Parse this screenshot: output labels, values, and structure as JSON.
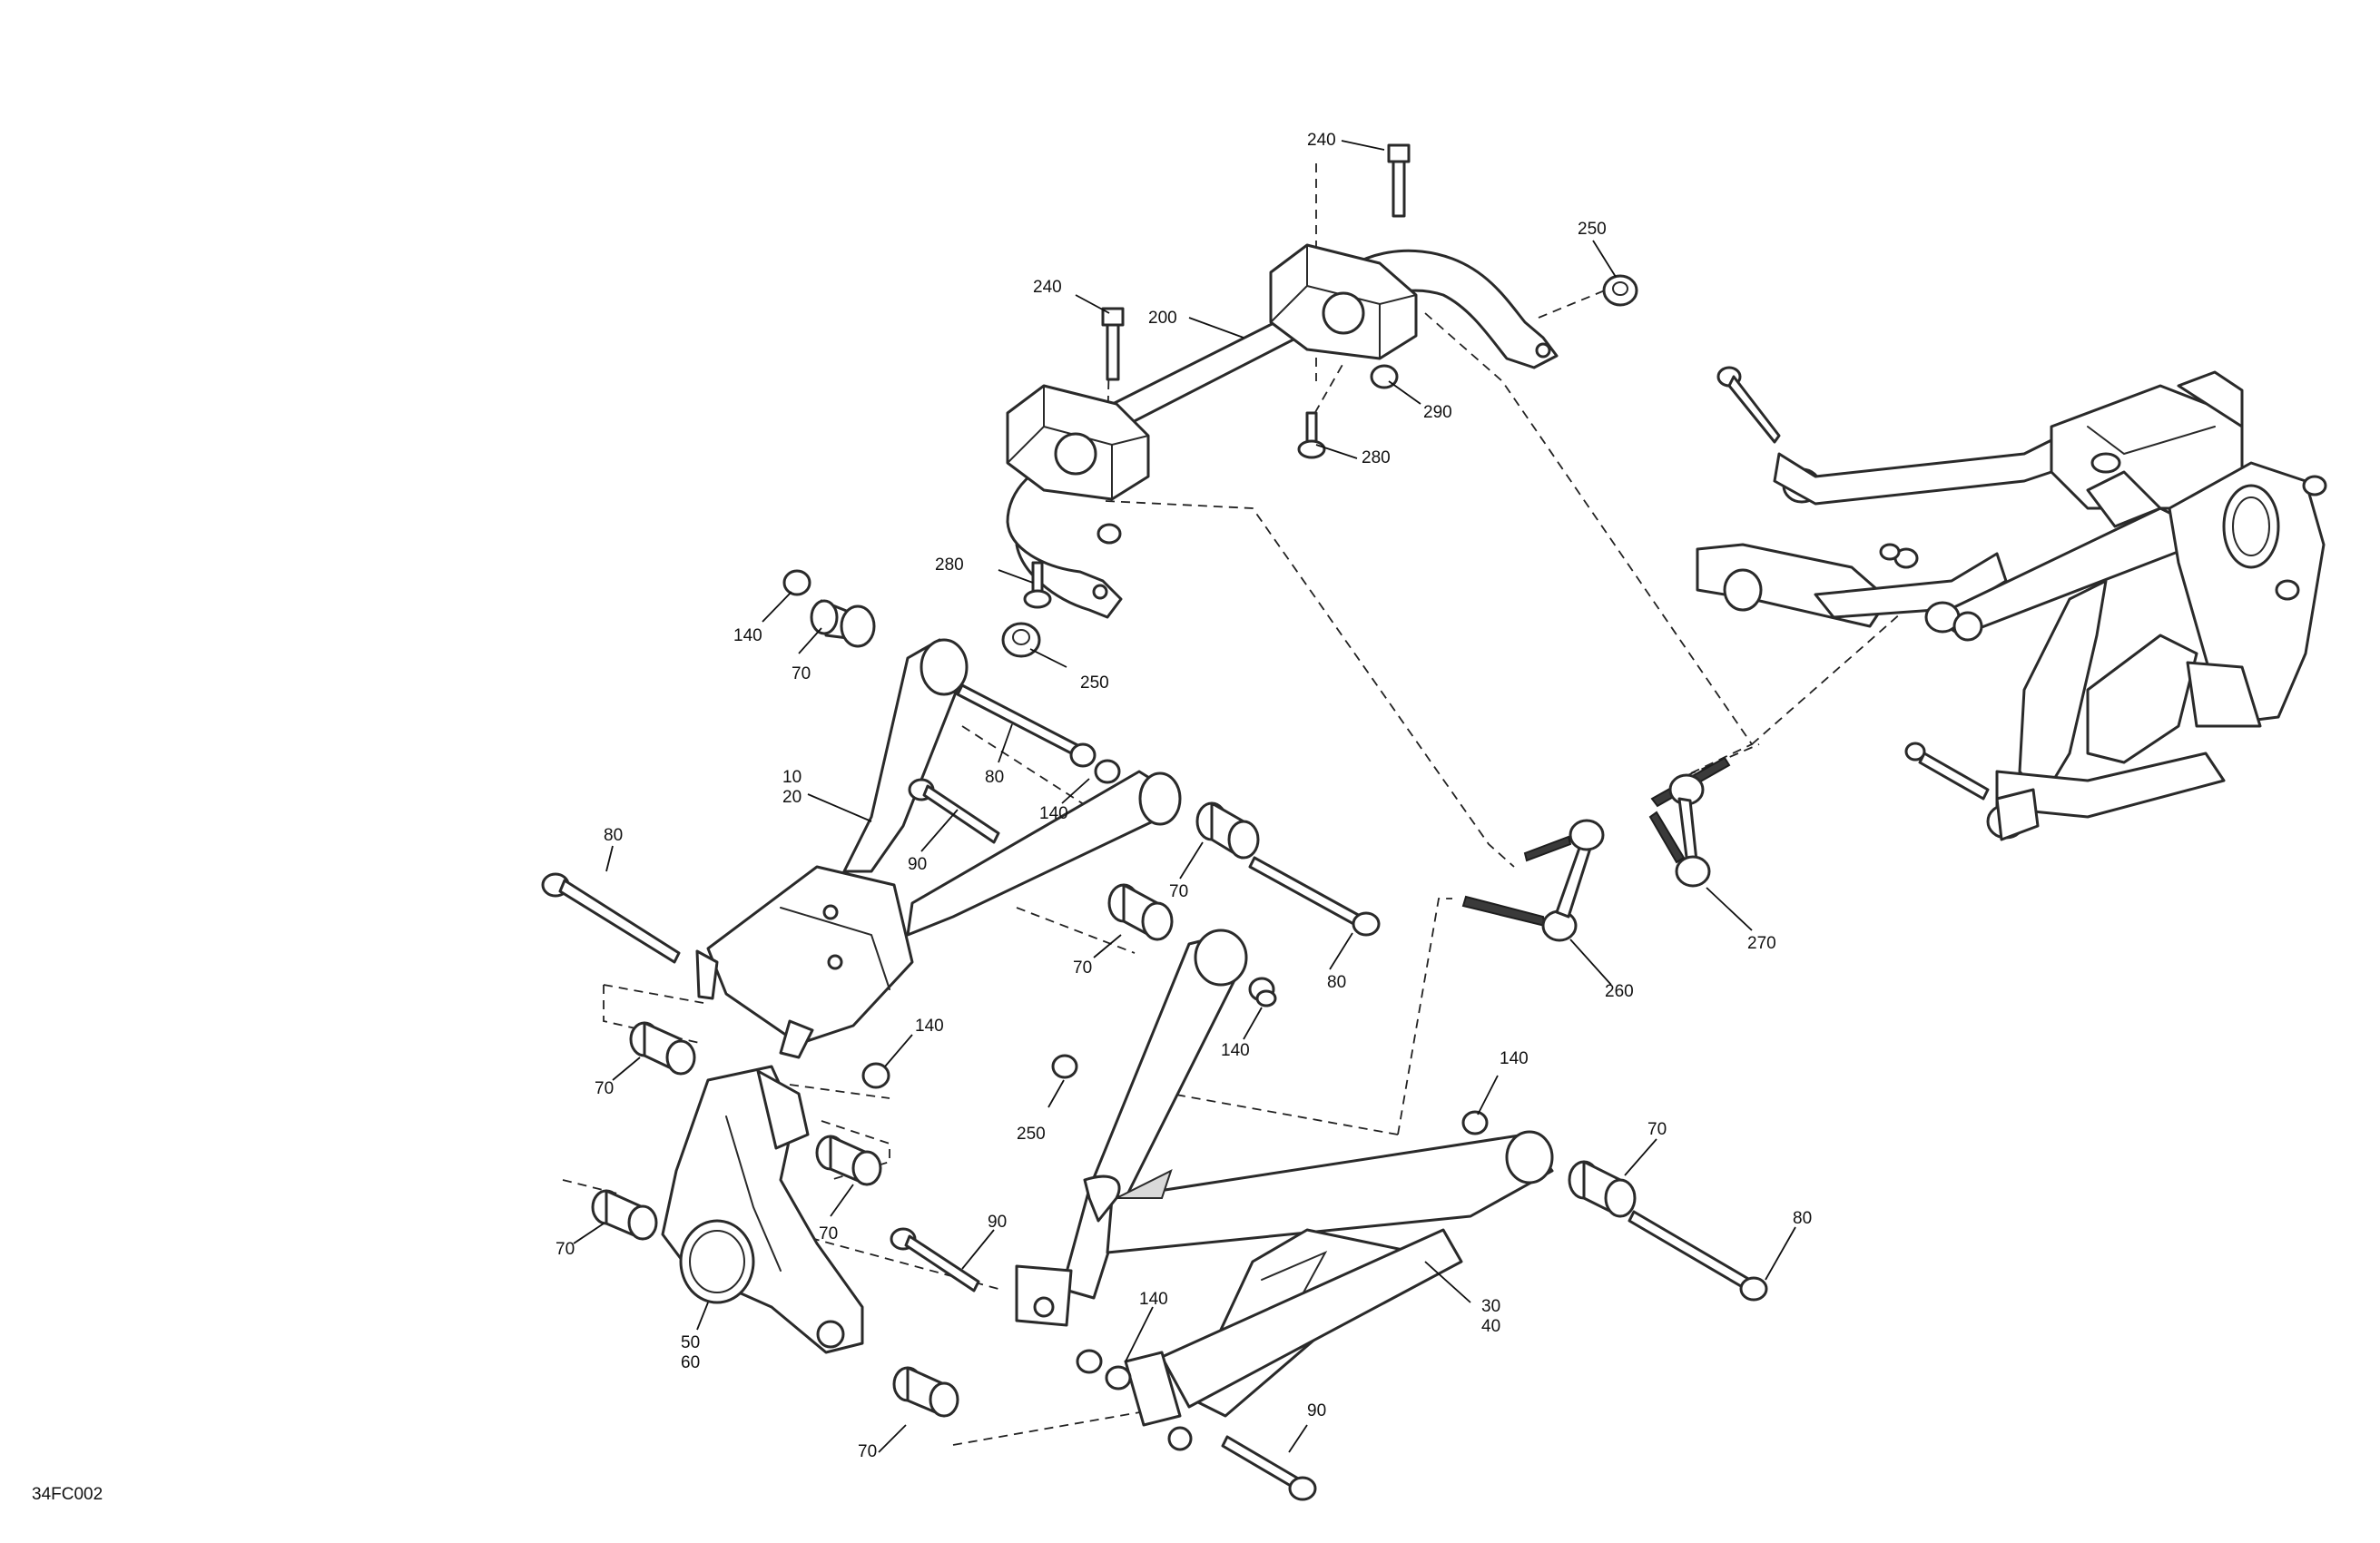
{
  "figure_code": "34FC002",
  "callouts": {
    "c240a": "240",
    "c240b": "240",
    "c250a": "250",
    "c200": "200",
    "c290": "290",
    "c280a": "280",
    "c280b": "280",
    "c250b": "250",
    "c140a": "140",
    "c70a": "70",
    "c10": "10",
    "c20": "20",
    "c80a": "80",
    "c140b": "140",
    "c90a": "90",
    "c70b": "70",
    "c80b": "80",
    "c70c": "70",
    "c80c": "80",
    "c140c": "140",
    "c140d": "140",
    "c250c": "250",
    "c70d": "70",
    "c70e": "70",
    "c70f": "70",
    "c50": "50",
    "c60": "60",
    "c90b": "90",
    "c140e": "140",
    "c70g": "70",
    "c80d": "80",
    "c30": "30",
    "c40": "40",
    "c90c": "90",
    "c70h": "70",
    "c260": "260",
    "c270": "270"
  }
}
